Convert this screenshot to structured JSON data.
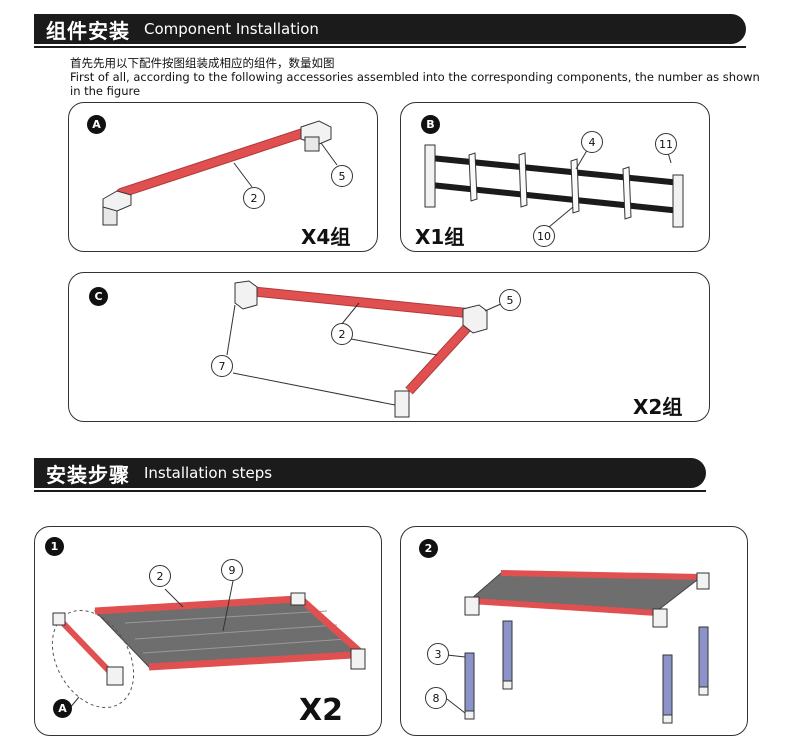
{
  "component_installation": {
    "title_zh": "组件安装",
    "title_en": "Component Installation",
    "intro_zh": "首先先用以下配件按图组装成相应的组件，数量如图",
    "intro_en": "First of all, according to the following accessories assembled into the corresponding components, the number as shown in the figure"
  },
  "panel_a": {
    "badge": "A",
    "quantity": "X4组",
    "callouts": [
      "2",
      "5"
    ]
  },
  "panel_b": {
    "badge": "B",
    "quantity": "X1组",
    "callouts": [
      "4",
      "11",
      "10"
    ]
  },
  "panel_c": {
    "badge": "C",
    "quantity": "X2组",
    "callouts": [
      "5",
      "2",
      "7"
    ]
  },
  "installation_steps": {
    "title_zh": "安装步骤",
    "title_en": "Installation steps"
  },
  "step_1": {
    "badge": "1",
    "quantity": "X2",
    "callouts": [
      "2",
      "9"
    ],
    "sub_badge": "A"
  },
  "step_2": {
    "badge": "2",
    "callouts": [
      "3",
      "8"
    ]
  },
  "colors": {
    "tube_red": "#e05050",
    "tube_blue": "#8b93c9",
    "fabric_gray": "#6e6e6e",
    "bar_black": "#1b1b1b"
  }
}
